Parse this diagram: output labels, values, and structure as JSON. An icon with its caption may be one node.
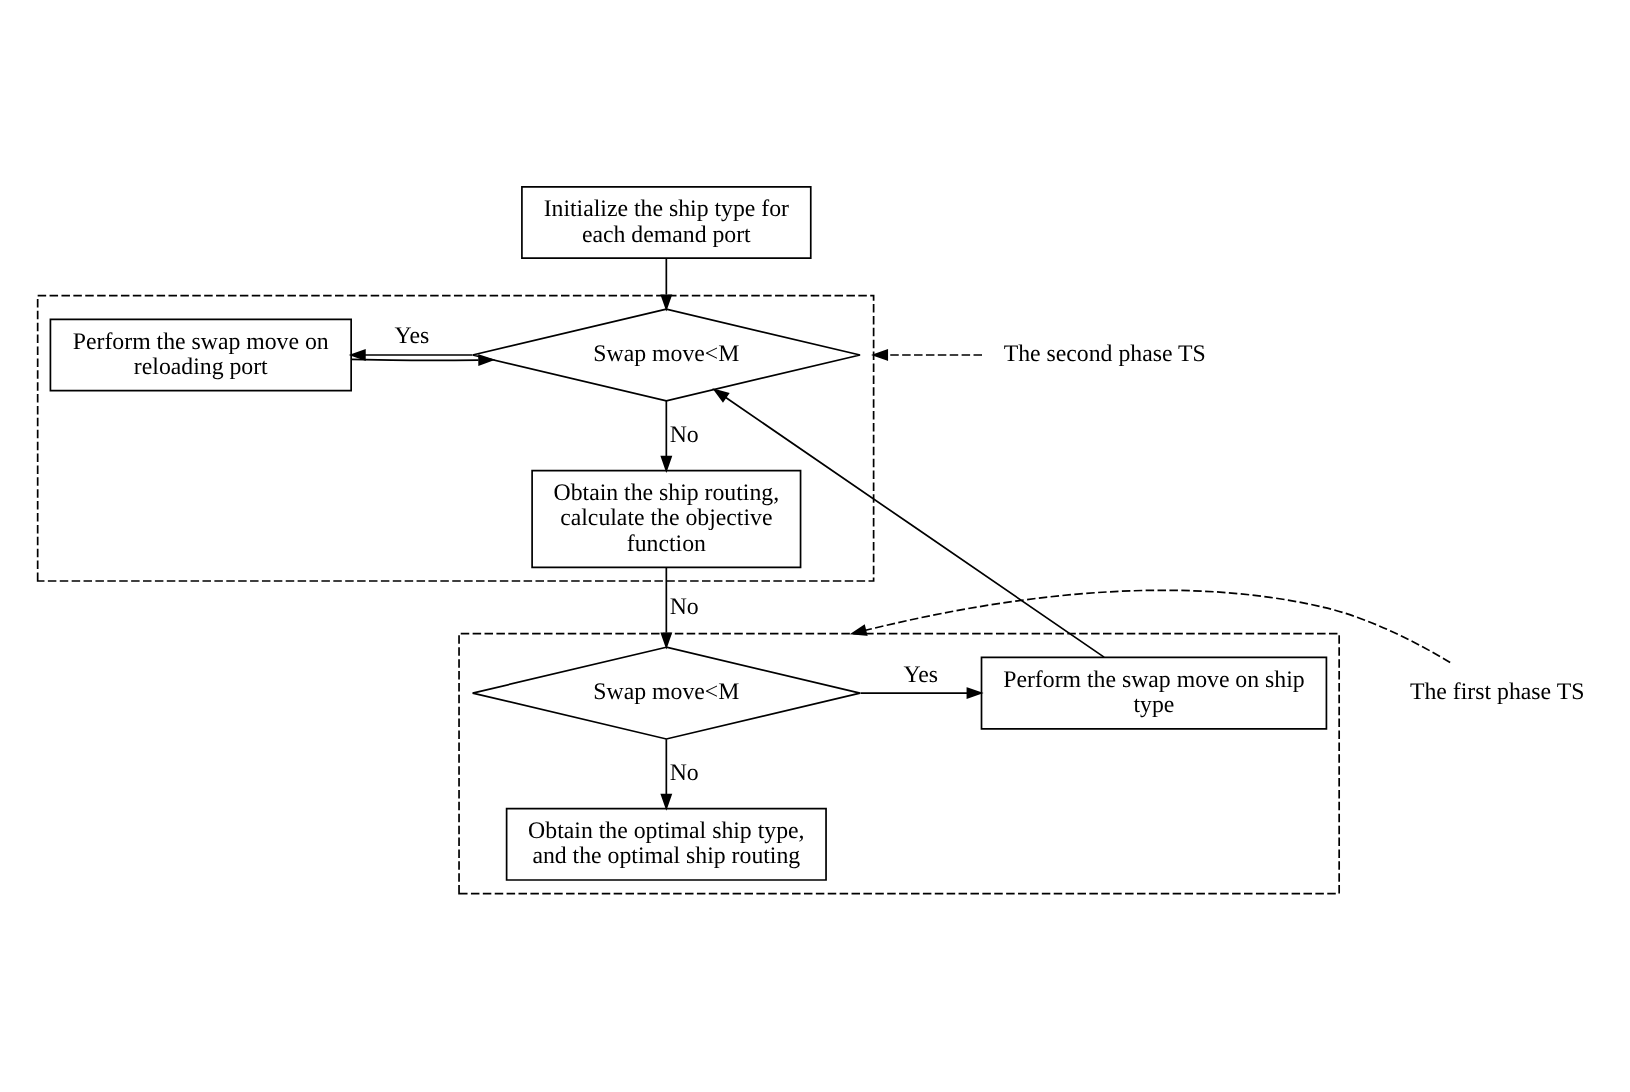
{
  "diagram": {
    "nodes": [
      {
        "text": [
          "Initialize the ship type for each demand port"
        ]
      },
      {
        "text": [],
        "shape": "box"
      },
      {
        "text": [
          "Perform the swap move on reloading port"
        ],
        "in": 1
      },
      {
        "text": [
          "Swap move<M"
        ],
        "in": 1
      },
      {
        "text": [
          "Obtain the ship routing, calculate the objective function"
        ],
        "in": 1
      },
      {
        "text": [],
        "shape": "box"
      },
      {
        "text": [
          "Perform the swap move on ship type"
        ],
        "in": 5
      },
      {
        "text": [
          "Swap move<M"
        ],
        "in": 5
      },
      {
        "text": [
          "Obtain the optimal ship type, and the optimal ship routing"
        ],
        "in": 5
      },
      {
        "text": [
          "The second phase TS"
        ]
      },
      {
        "text": [
          "The first phase TS"
        ]
      }
    ],
    "edges": [
      {
        "from": 0,
        "to": 3,
        "arrow": "to"
      },
      {
        "from": 3,
        "to": 2,
        "arrow": "to",
        "label": "Yes"
      },
      {
        "from": 2,
        "to": 3,
        "arrow": "to"
      },
      {
        "from": 3,
        "to": 4,
        "arrow": "to",
        "label": "No"
      },
      {
        "from": 4,
        "to": 7,
        "arrow": "to",
        "label": "No"
      },
      {
        "from": 7,
        "to": 6,
        "arrow": "to",
        "label": "Yes"
      },
      {
        "from": 6,
        "to": 3,
        "arrow": "to"
      },
      {
        "from": 7,
        "to": 8,
        "arrow": "to",
        "label": "No"
      },
      {
        "from": 9,
        "to": 1,
        "arrow": "to",
        "style": "dashed"
      },
      {
        "from": 10,
        "to": 5,
        "arrow": "to",
        "style": "dashed"
      }
    ]
  }
}
